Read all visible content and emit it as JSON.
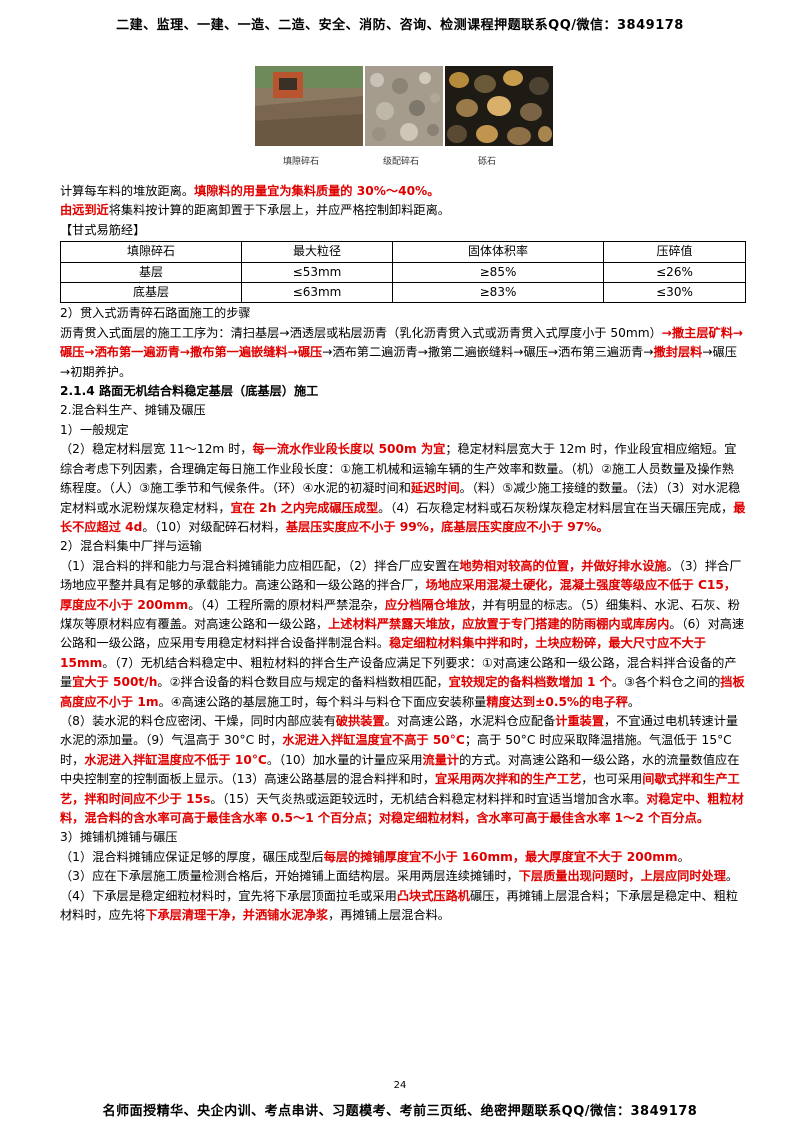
{
  "header": "二建、监理、一建、一造、二造、安全、消防、咨询、检测课程押题联系QQ/微信：3849178",
  "footer": "名师面授精华、央企内训、考点串讲、习题模考、考前三页纸、绝密押题联系QQ/微信：3849178",
  "page_number": "24",
  "photo_captions": [
    "填隙碎石",
    "级配碎石",
    "砾石"
  ],
  "lines": {
    "l1a": "计算每车料的堆放距离。",
    "l1b": "填隙料的用量宜为集料质量的 30%～40%。",
    "l2a": "由远到近",
    "l2b": "将集料按计算的距离卸置于下承层上，并应严格控制卸料距离。",
    "l3": "【甘式易筋经】",
    "s2_title": "2）贯入式沥青碎石路面施工的步骤",
    "s2_a": "沥青贯入式面层的施工工序为：清扫基层→洒透层或粘层沥青（乳化沥青贯入式或沥青贯入式厚度小于 50mm）",
    "s2_b": "→撒主层矿料→碾压→洒布第一遍沥青→撒布第一遍嵌缝料→碾压",
    "s2_c": "→洒布第二遍沥青→撒第二遍嵌缝料→碾压",
    "s2_d": "→洒布第三遍沥青→",
    "s2_e": "撒封层料",
    "s2_f": "→碾压→初期养护。",
    "sec_title": "2.1.4 路面无机结合料稳定基层（底基层）施工",
    "sub2": "2.混合料生产、摊铺及碾压",
    "sub2_1": "1）一般规定",
    "p1a": "（2）稳定材料层宽 11～12m 时，",
    "p1b": "每一流水作业段长度以 500m 为宜",
    "p1c": "；稳定材料层宽大于 12m 时，作业段宜相应缩短。宜综合考虑下列因素，合理确定每日施工作业段长度：①施工机械和运输车辆的生产效率和数量。（机）②施工人员数量及操作熟练程度。（人）③施工季节和气候条件。（环）④水泥的初凝时间和",
    "p1d": "延迟时间",
    "p1e": "。（料）⑤减少施工接缝的数量。（法）（3）对水泥稳定材料或水泥粉煤灰稳定材料，",
    "p1f": "宜在 2h 之内完成碾压成型",
    "p1g": "。（4）石灰稳定材料或石灰粉煤灰稳定材料层宜在当天碾压完成，",
    "p1h": "最长不应超过 4d",
    "p1i": "。（10）对级配碎石材料，",
    "p1j": "基层压实度应不小于 99%，底基层压实度应不小于 97%。",
    "sub2_2": "2）混合料集中厂拌与运输",
    "p2a": "（1）混合料的拌和能力与混合料摊铺能力应相匹配，（2）拌合厂应安置在",
    "p2b": "地势相对较高的位置，并做好排水设施",
    "p2c": "。（3）拌合厂场地应平整并具有足够的承载能力。高速公路和一级公路的拌合厂，",
    "p2d": "场地应采用混凝土硬化，混凝土强度等级应不低于 C15，厚度应不小于 200mm",
    "p2e": "。（4）工程所需的原材料严禁混杂，",
    "p2f": "应分档隔仓堆放",
    "p2g": "，并有明显的标志。（5）细集料、水泥、石灰、粉煤灰等原材料应有覆盖。对高速公路和一级公路，",
    "p2h": "上述材料严禁露天堆放，应放置于专门搭建的防雨棚内或库房内",
    "p2i": "。（6）对高速公路和一级公路，应采用专用稳定材料拌合设备拌制混合料。",
    "p2j": "稳定细粒材料集中拌和时，土块应粉碎，最大尺寸应不大于 15mm",
    "p2k": "。（7）无机结合料稳定中、粗粒材料的拌合生产设备应满足下列要求：①对高速公路和一级公路，混合料拌合设备的产量",
    "p2l": "宜大于 500t/h",
    "p2m": "。②拌合设备的料仓数目应与规定的备料档数相匹配，",
    "p2n": "宜较规定的备料档数增加 1 个",
    "p2o": "。③各个料仓之间的",
    "p2p": "挡板高度应不小于 1m",
    "p2q": "。④高速公路的基层施工时，每个料斗与料仓下面应安装称量",
    "p2r": "精度达到±0.5%的电子秤",
    "p2s": "。",
    "p3a": "（8）装水泥的料仓应密闭、干燥，同时内部应装有",
    "p3b": "破拱装置",
    "p3c": "。对高速公路，水泥料仓应配备",
    "p3d": "计重装置",
    "p3e": "，不宜通过电机转速计量水泥的添加量。（9）气温高于 30°C 时，",
    "p3f": "水泥进入拌缸温度宜不高于 50°C",
    "p3g": "；高于 50°C 时应采取降温措施。气温低于 15°C 时，",
    "p3h": "水泥进入拌缸温度应不低于 10°C",
    "p3i": "。（10）加水量的计量应采用",
    "p3j": "流量计",
    "p3k": "的方式。对高速公路和一级公路，水的流量数值应在中央控制室的控制面板上显示。（13）高速公路基层的混合料拌和时，",
    "p3l": "宜采用两次拌和的生产工艺",
    "p3m": "，也可采用",
    "p3n": "间歇式拌和生产工艺，拌和时间应不少于 15s",
    "p3o": "。（15）天气炎热或运距较远时，无机结合料稳定材料拌和时宜适当增加含水率。",
    "p3p": "对稳定中、粗粒材料，混合料的含水率可高于最佳含水率 0.5～1 个百分点；对稳定细粒材料，含水率可高于最佳含水率 1～2 个百分点。",
    "sub2_3": "3）摊铺机摊铺与碾压",
    "p4a": "（1）混合料摊铺应保证足够的厚度，碾压成型后",
    "p4b": "每层的摊铺厚度宜不小于 160mm，最大厚度宜不大于 200mm",
    "p4c": "。",
    "p5a": "（3）应在下承层施工质量检测合格后，开始摊铺上面结构层。采用两层连续摊铺时，",
    "p5b": "下层质量出现问题时，上层应同时处理",
    "p5c": "。",
    "p6a": "（4）下承层是稳定细粒材料时，宜先将下承层顶面拉毛或采用",
    "p6b": "凸块式压路机",
    "p6c": "碾压，再摊铺上层混合料；下承层是稳定中、粗粒材料时，应先将",
    "p6d": "下承层清理干净，并洒铺水泥净浆",
    "p6e": "，再摊铺上层混合料。"
  },
  "table": {
    "headers": [
      "填隙碎石",
      "最大粒径",
      "固体体积率",
      "压碎值"
    ],
    "rows": [
      [
        "基层",
        "≤53mm",
        "≥85%",
        "≤26%"
      ],
      [
        "底基层",
        "≤63mm",
        "≥83%",
        "≤30%"
      ]
    ]
  }
}
